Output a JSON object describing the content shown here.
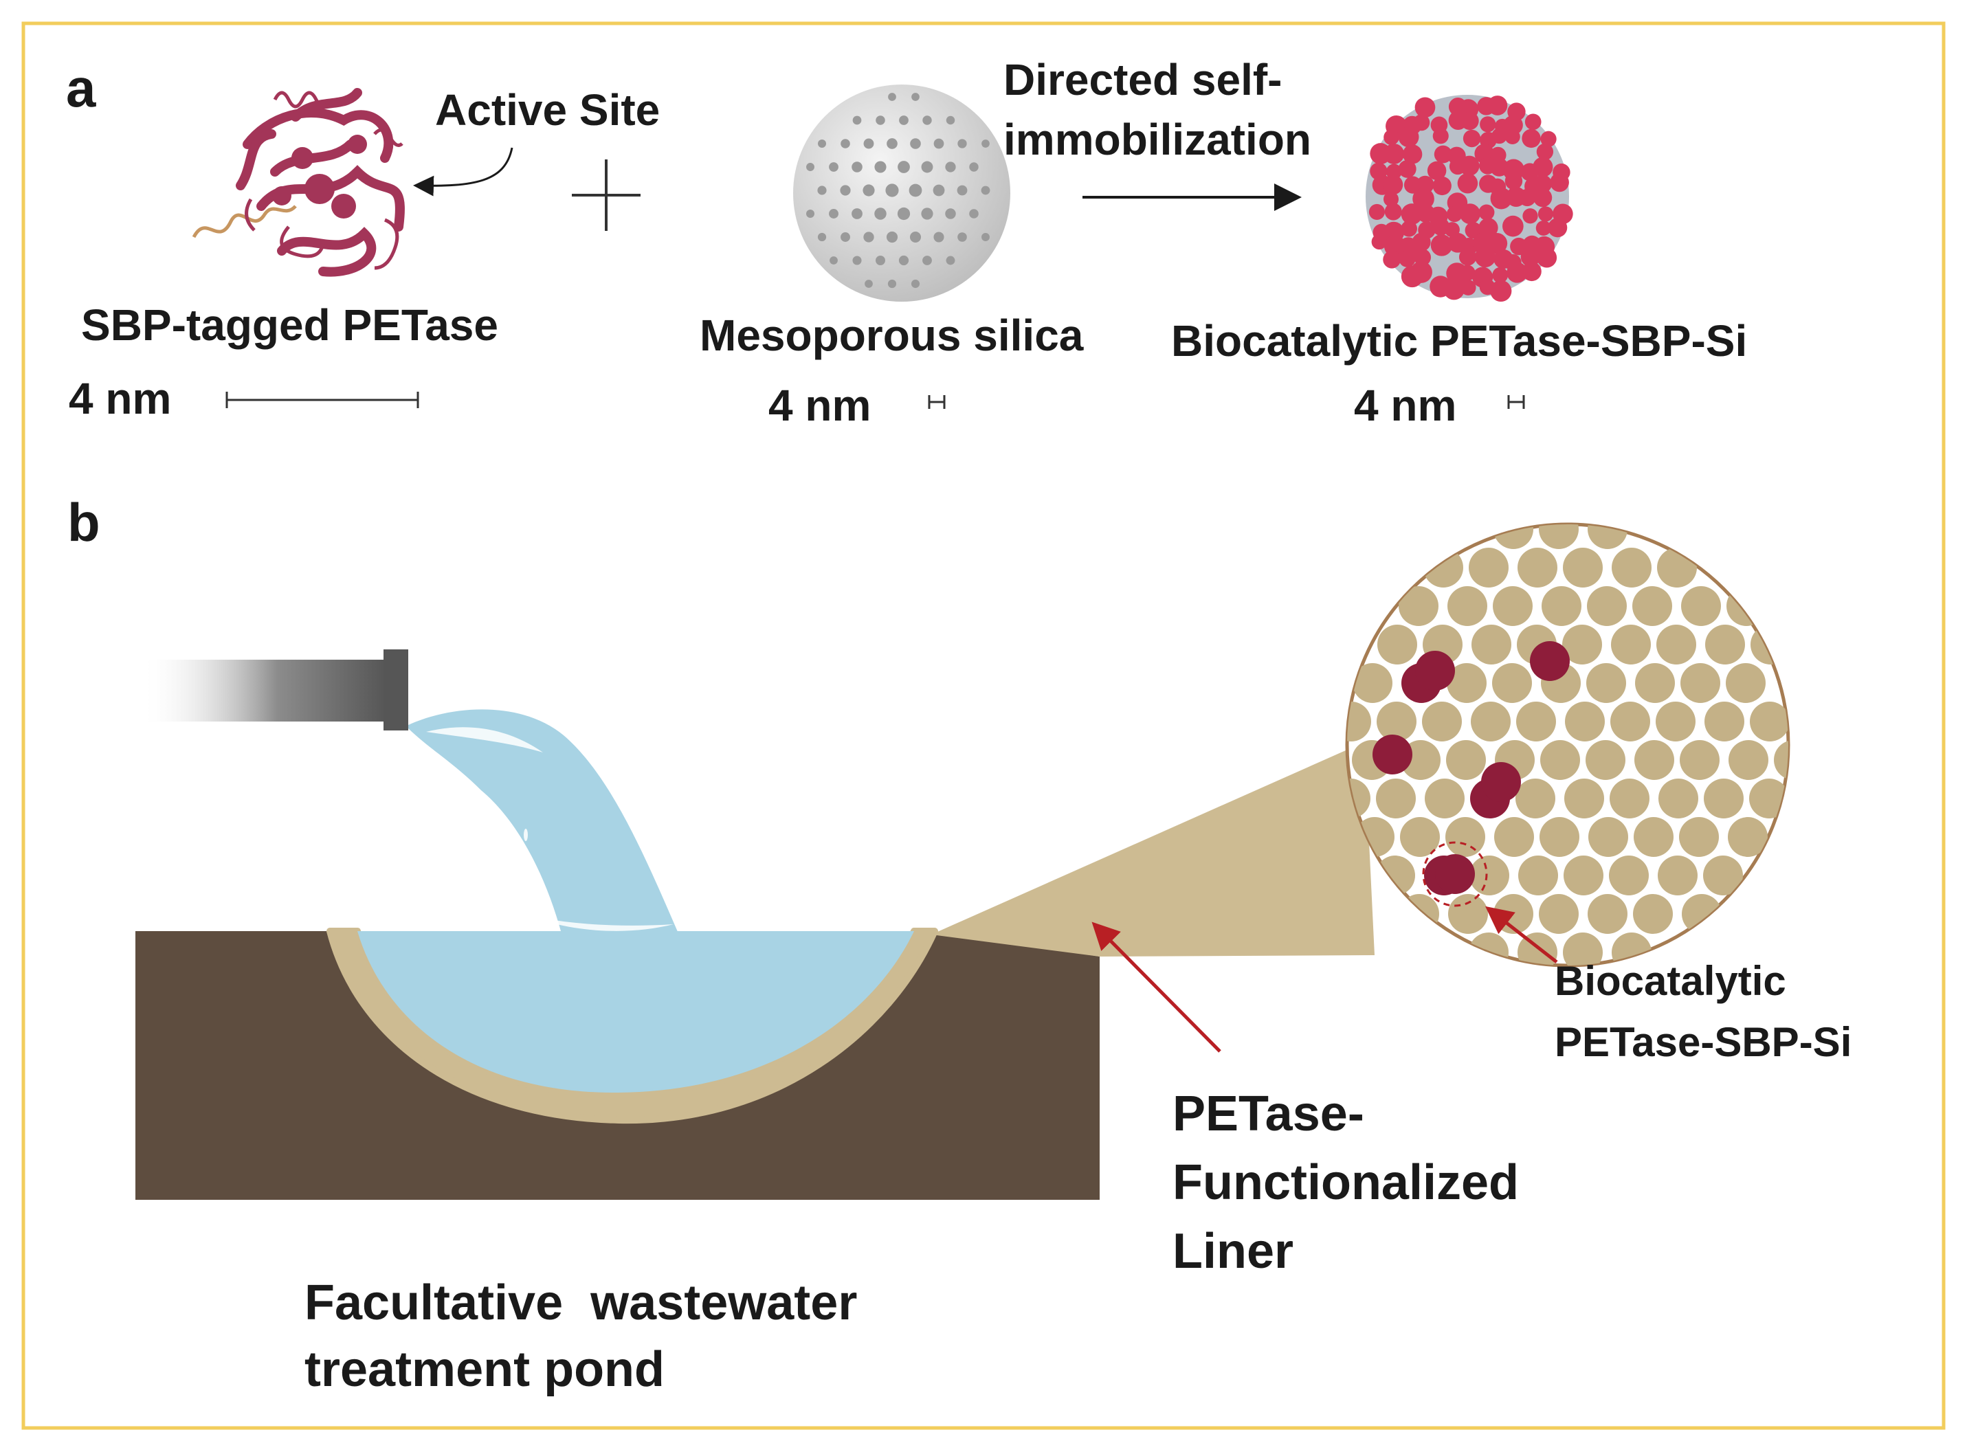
{
  "panel_a": {
    "letter": "a",
    "active_site": "Active Site",
    "plus_sign": "+",
    "process_line1": "Directed self-",
    "process_line2": "immobilization",
    "petase_label": "SBP-tagged PETase",
    "petase_scale": "4 nm",
    "silica_label": "Mesoporous silica",
    "silica_scale": "4 nm",
    "product_label": "Biocatalytic PETase-SBP-Si",
    "product_scale": "4 nm"
  },
  "panel_b": {
    "letter": "b",
    "callout_line1": "Biocatalytic",
    "callout_line2": "PETase-SBP-Si",
    "liner_line1": "PETase-",
    "liner_line2": "Functionalized",
    "liner_line3": "Liner",
    "pond_line1": "Facultative  wastewater",
    "pond_line2": "treatment pond"
  },
  "colors": {
    "frame": "#f2cd5c",
    "enzyme": "#a33558",
    "nanoparticle": "#d83a5e",
    "silica": "#cfcfcf",
    "sand": "#cdbb92",
    "water": "#a8d3e4",
    "soil": "#5e4d3f",
    "bead": "#c4b187",
    "catalyst_bead": "#8e1d3a",
    "arrow": "#b81f24"
  },
  "icons": {
    "enzyme": "protein-ribbon-icon",
    "silica": "mesoporous-sphere-icon",
    "product": "nanoparticle-cluster-icon",
    "pipe": "outfall-pipe-icon"
  }
}
